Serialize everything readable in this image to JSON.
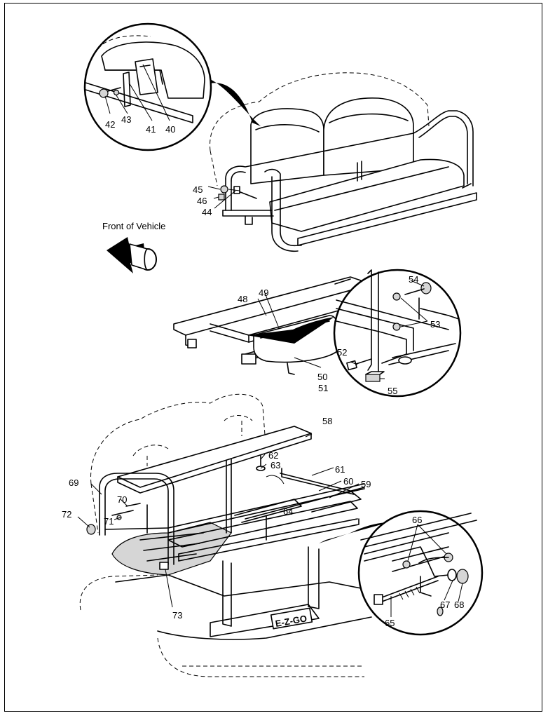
{
  "caption": "Front of Vehicle",
  "callouts": {
    "c40": "40",
    "c41": "41",
    "c42": "42",
    "c43": "43",
    "c44": "44",
    "c45": "45",
    "c46": "46",
    "c48": "48",
    "c49": "49",
    "c50": "50",
    "c51": "51",
    "c52": "52",
    "c53": "53",
    "c54": "54",
    "c55": "55",
    "c58": "58",
    "c59": "59",
    "c60": "60",
    "c61": "61",
    "c62": "62",
    "c63": "63",
    "c64": "64",
    "c65": "65",
    "c66": "66",
    "c67": "67",
    "c68": "68",
    "c69": "69",
    "c70": "70",
    "c71": "71",
    "c72": "72",
    "c73": "73"
  },
  "brand_plate": "E-Z-GO"
}
